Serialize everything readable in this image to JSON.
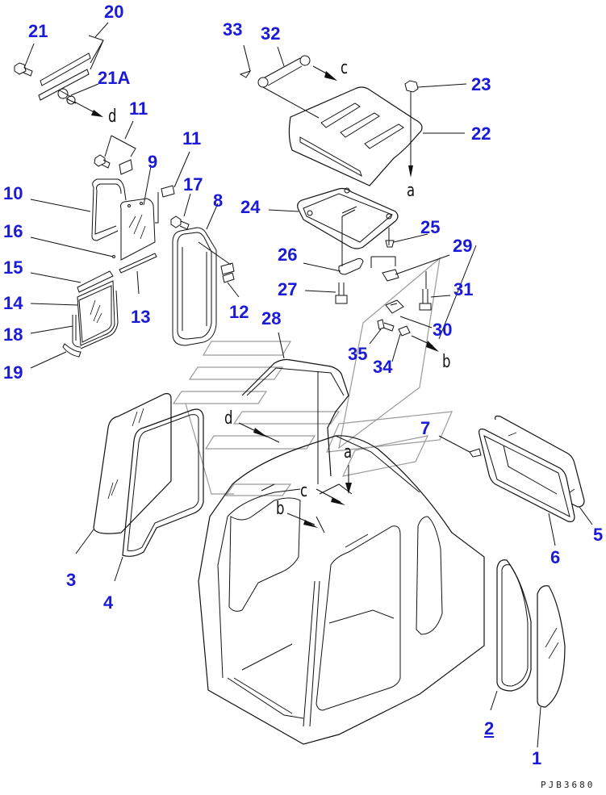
{
  "diagram": {
    "type": "exploded parts diagram",
    "subject": "operator cab windows, roof and hardware",
    "drawing_code": "PJB3680",
    "colors": {
      "callout": "#1a1ad8",
      "line": "#111111",
      "watermark": "#9a9a9a"
    },
    "callouts": [
      {
        "id": "1",
        "label": "1"
      },
      {
        "id": "2",
        "label": "2"
      },
      {
        "id": "3",
        "label": "3"
      },
      {
        "id": "4",
        "label": "4"
      },
      {
        "id": "5",
        "label": "5"
      },
      {
        "id": "6",
        "label": "6"
      },
      {
        "id": "7",
        "label": "7"
      },
      {
        "id": "8",
        "label": "8"
      },
      {
        "id": "9",
        "label": "9"
      },
      {
        "id": "10",
        "label": "10"
      },
      {
        "id": "11a",
        "label": "11"
      },
      {
        "id": "11b",
        "label": "11"
      },
      {
        "id": "12",
        "label": "12"
      },
      {
        "id": "13",
        "label": "13"
      },
      {
        "id": "14",
        "label": "14"
      },
      {
        "id": "15",
        "label": "15"
      },
      {
        "id": "16",
        "label": "16"
      },
      {
        "id": "17",
        "label": "17"
      },
      {
        "id": "18",
        "label": "18"
      },
      {
        "id": "19",
        "label": "19"
      },
      {
        "id": "20",
        "label": "20"
      },
      {
        "id": "21",
        "label": "21"
      },
      {
        "id": "21A",
        "label": "21A"
      },
      {
        "id": "22",
        "label": "22"
      },
      {
        "id": "23",
        "label": "23"
      },
      {
        "id": "24",
        "label": "24"
      },
      {
        "id": "25",
        "label": "25"
      },
      {
        "id": "26",
        "label": "26"
      },
      {
        "id": "27",
        "label": "27"
      },
      {
        "id": "28",
        "label": "28"
      },
      {
        "id": "29",
        "label": "29"
      },
      {
        "id": "30",
        "label": "30"
      },
      {
        "id": "31",
        "label": "31"
      },
      {
        "id": "32",
        "label": "32"
      },
      {
        "id": "33",
        "label": "33"
      },
      {
        "id": "34",
        "label": "34"
      },
      {
        "id": "35",
        "label": "35"
      }
    ],
    "references": [
      {
        "id": "a-top",
        "label": "a"
      },
      {
        "id": "a-cab",
        "label": "a"
      },
      {
        "id": "b-top",
        "label": "b"
      },
      {
        "id": "b-cab",
        "label": "b"
      },
      {
        "id": "c-top",
        "label": "c"
      },
      {
        "id": "c-cab",
        "label": "c"
      },
      {
        "id": "d-top",
        "label": "d"
      },
      {
        "id": "d-cab",
        "label": "d"
      }
    ]
  }
}
